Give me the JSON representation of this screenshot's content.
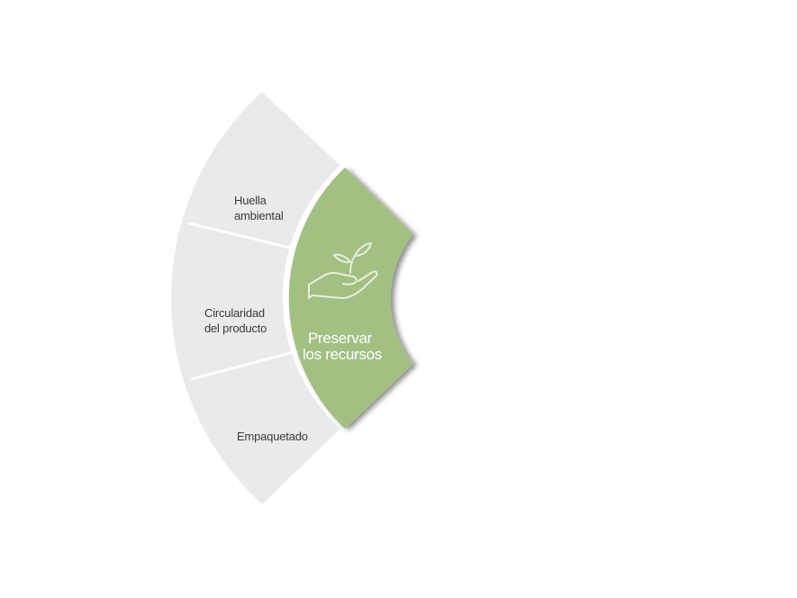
{
  "diagram": {
    "center": {
      "label_lines": [
        "Preservar",
        "los recursos"
      ],
      "icon": "hand-with-sprout-icon",
      "color": "#a3c083"
    },
    "segments": [
      {
        "id": "huella",
        "label_lines": [
          "Huella",
          "ambiental"
        ]
      },
      {
        "id": "circularidad",
        "label_lines": [
          "Circularidad",
          "del producto"
        ]
      },
      {
        "id": "empaquetado",
        "label_lines": [
          "Empaquetado"
        ]
      }
    ],
    "colors": {
      "segment_fill": "#e9ebea",
      "text": "#3b3b3b",
      "center_text": "#ffffff"
    }
  }
}
